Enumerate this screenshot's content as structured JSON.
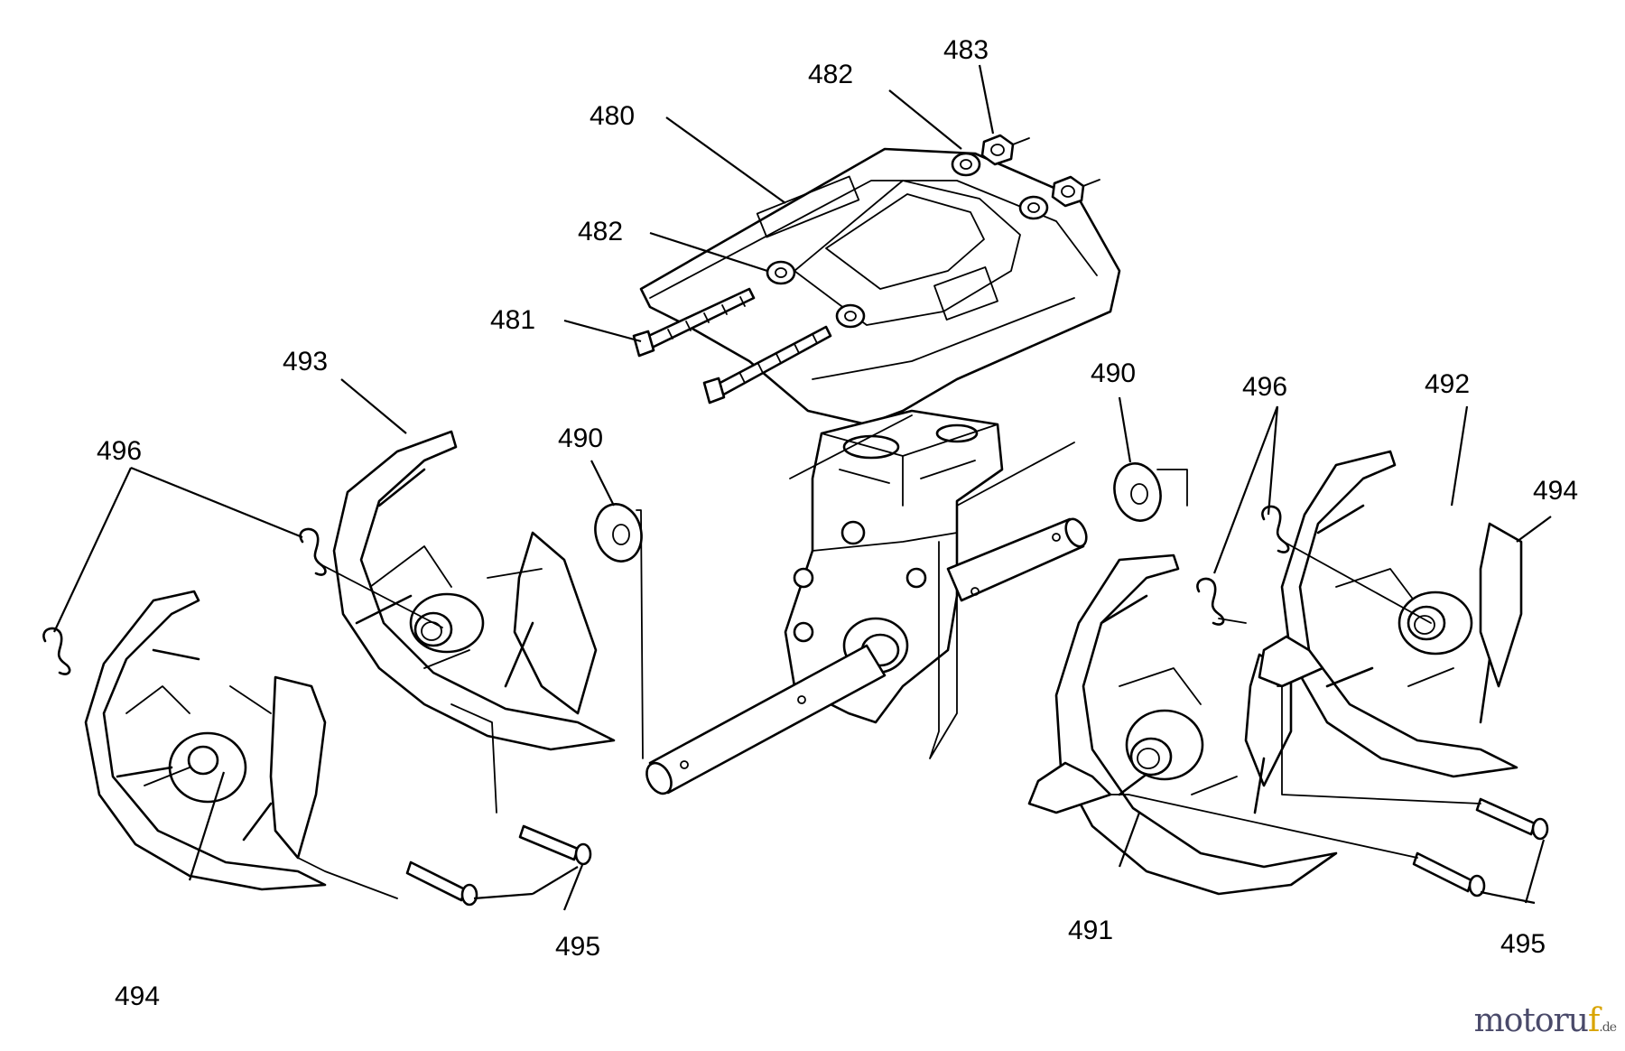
{
  "diagram": {
    "callouts": [
      {
        "id": "c480",
        "label": "480"
      },
      {
        "id": "c481",
        "label": "481"
      },
      {
        "id": "c482a",
        "label": "482"
      },
      {
        "id": "c482b",
        "label": "482"
      },
      {
        "id": "c483",
        "label": "483"
      },
      {
        "id": "c490a",
        "label": "490"
      },
      {
        "id": "c490b",
        "label": "490"
      },
      {
        "id": "c491",
        "label": "491"
      },
      {
        "id": "c492",
        "label": "492"
      },
      {
        "id": "c493",
        "label": "493"
      },
      {
        "id": "c494a",
        "label": "494"
      },
      {
        "id": "c494b",
        "label": "494"
      },
      {
        "id": "c495a",
        "label": "495"
      },
      {
        "id": "c495b",
        "label": "495"
      },
      {
        "id": "c496a",
        "label": "496"
      },
      {
        "id": "c496b",
        "label": "496"
      }
    ]
  },
  "watermark": {
    "brand_main": "motoru",
    "brand_accent": "f",
    "brand_tld": ".de"
  }
}
